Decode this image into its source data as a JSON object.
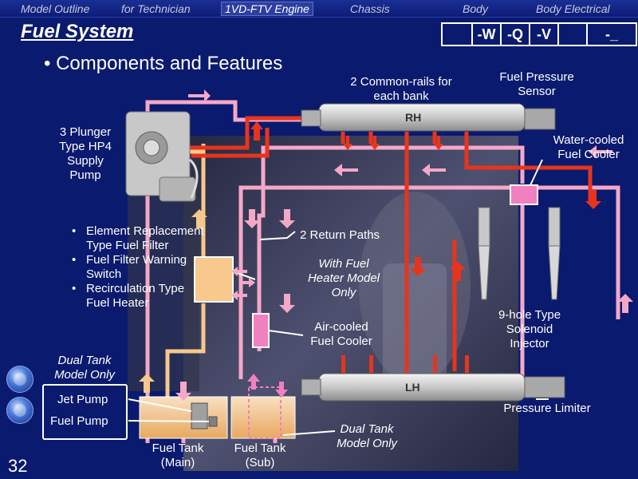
{
  "nav": {
    "items": [
      "Model Outline",
      "for Technician",
      "1VD-FTV Engine",
      "Chassis",
      "Body",
      "Body Electrical"
    ],
    "active": "1VD-FTV Engine"
  },
  "title": "Fuel System",
  "subtitle": "Components and Features",
  "model_codes": [
    "",
    "-W",
    "-Q",
    "-V",
    "",
    "-_"
  ],
  "page_number": "32",
  "labels": {
    "common_rails": "2 Common-rails for each bank",
    "fuel_pressure_sensor": "Fuel Pressure Sensor",
    "supply_pump": "3 Plunger Type HP4 Supply Pump",
    "water_cooled_cooler": "Water-cooled Fuel Cooler",
    "return_paths": "2 Return Paths",
    "fuel_heater_model": "With Fuel Heater Model Only",
    "air_cooled_cooler": "Air-cooled Fuel Cooler",
    "injector": "9-hole Type Solenoid Injector",
    "dual_tank_top": "Dual Tank Model Only",
    "jet_pump": "Jet Pump",
    "fuel_pump": "Fuel Pump",
    "tank_main": "Fuel Tank (Main)",
    "tank_sub": "Fuel Tank (Sub)",
    "dual_tank_bottom": "Dual Tank Model Only",
    "pressure_limiter": "Pressure Limiter",
    "rail_rh": "RH",
    "rail_lh": "LH"
  },
  "filter_features": [
    "Element Replacement Type Fuel Filter",
    "Fuel Filter Warning Switch",
    "Recirculation Type Fuel Heater"
  ],
  "colors": {
    "background": "#0a1a6e",
    "high_pressure": "#e8341c",
    "return_line": "#f4a8c8",
    "supply_line": "#f6c88c",
    "filter": "#f8c88c",
    "cooler": "#f080c0"
  }
}
